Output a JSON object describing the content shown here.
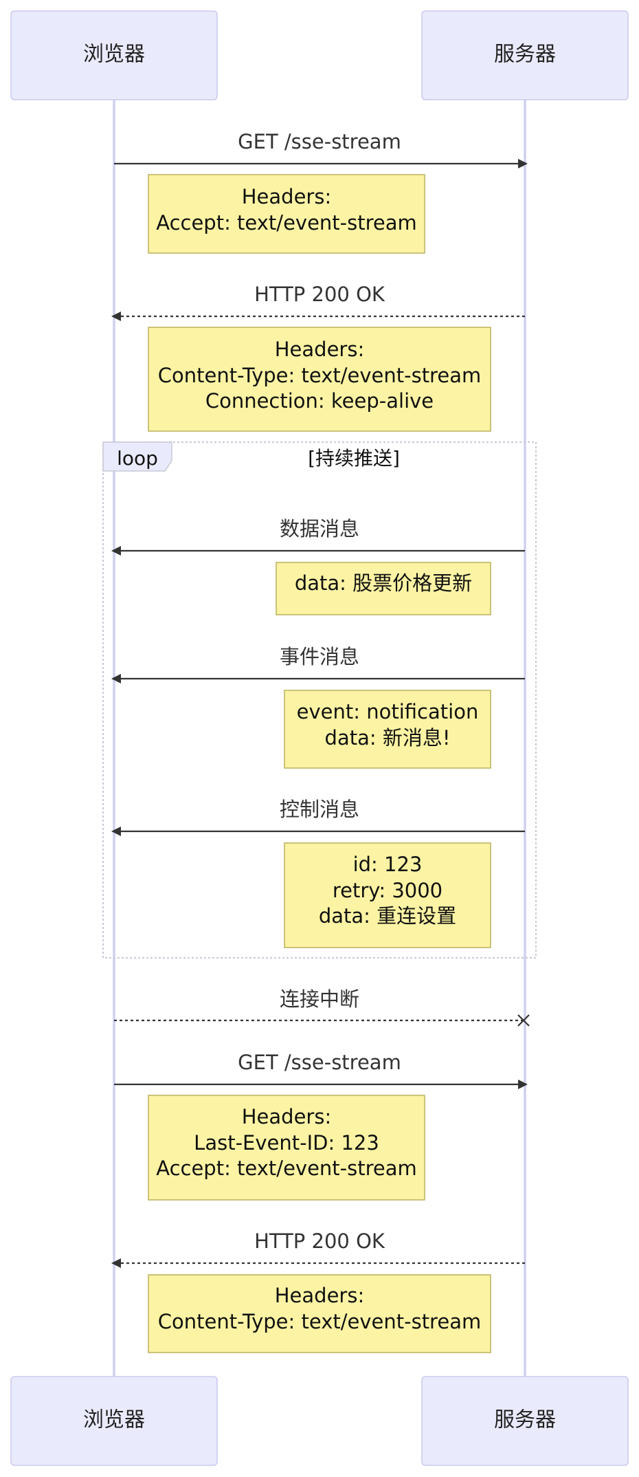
{
  "actors": {
    "browser": "浏览器",
    "server": "服务器"
  },
  "messages": {
    "m1": "GET /sse-stream",
    "m2": "HTTP 200 OK",
    "m3": "数据消息",
    "m4": "事件消息",
    "m5": "控制消息",
    "m6": "连接中断",
    "m7": "GET /sse-stream",
    "m8": "HTTP 200 OK"
  },
  "notes": {
    "n1": [
      "Headers:",
      "Accept: text/event-stream"
    ],
    "n2": [
      "Headers:",
      "Content-Type: text/event-stream",
      "Connection: keep-alive"
    ],
    "n3": [
      "data: 股票价格更新"
    ],
    "n4": [
      "event: notification",
      "data: 新消息!"
    ],
    "n5": [
      "id: 123",
      "retry: 3000",
      "data: 重连设置"
    ],
    "n6": [
      "Headers:",
      "Last-Event-ID: 123",
      "Accept: text/event-stream"
    ],
    "n7": [
      "Headers:",
      "Content-Type: text/event-stream"
    ]
  },
  "loop": {
    "tag": "loop",
    "condition": "[持续推送]"
  },
  "colors": {
    "actor_fill": "#eaeafd",
    "note_fill": "#fcf4a4",
    "line": "#333333"
  }
}
